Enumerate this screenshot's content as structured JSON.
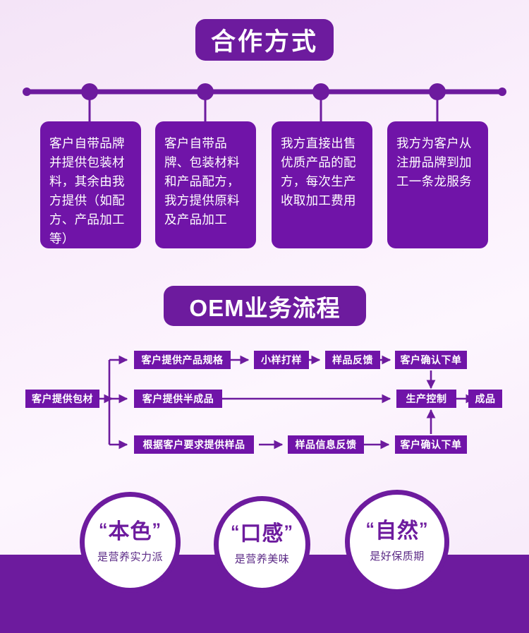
{
  "sections": {
    "cooperation": {
      "title": "合作方式",
      "cards": [
        {
          "text": "客户自带品牌并提供包装材料，其余由我方提供（如配方、产品加工等）"
        },
        {
          "text": "客户自带品牌、包装材料和产品配方，我方提供原料及产品加工"
        },
        {
          "text": "我方直接出售优质产品的配方，每次生产收取加工费用"
        },
        {
          "text": "我方为客户从注册品牌到加工一条龙服务"
        }
      ]
    },
    "oem": {
      "title": "OEM业务流程",
      "nodes": {
        "start": "客户提供包材",
        "row1_a": "客户提供产品规格",
        "row1_b": "小样打样",
        "row1_c": "样品反馈",
        "row1_d": "客户确认下单",
        "row2_a": "客户提供半成品",
        "row2_control": "生产控制",
        "row2_end": "成品",
        "row3_a": "根据客户要求提供样品",
        "row3_b": "样品信息反馈",
        "row3_c": "客户确认下单"
      }
    },
    "features": {
      "items": [
        {
          "quote_open": "“",
          "keyword": "本色",
          "quote_close": "”",
          "sub": "是营养实力派"
        },
        {
          "quote_open": "“",
          "keyword": "口感",
          "quote_close": "”",
          "sub": "是营养美味"
        },
        {
          "quote_open": "“",
          "keyword": "自然",
          "quote_close": "”",
          "sub": "是好保质期"
        }
      ]
    }
  },
  "colors": {
    "primary_purple": "#6d1b9e",
    "card_purple": "#7014a8",
    "background": "#f7eaf9",
    "text_on_purple": "#ffffff"
  }
}
